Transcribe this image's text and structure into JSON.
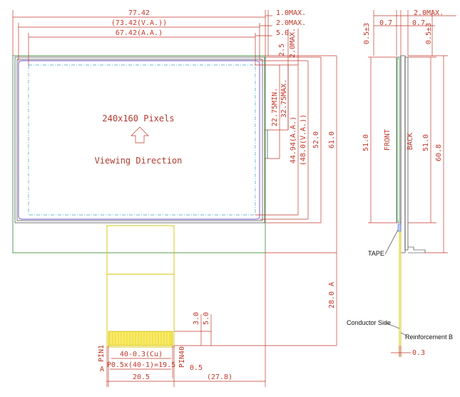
{
  "colors": {
    "dimension": "#c0392b",
    "outline_green": "#2e8b2e",
    "viewing_area_purple": "#6a4cc0",
    "active_area_cyan": "#3aa0c8",
    "fpc_yellow": "#d6c400"
  },
  "front_view": {
    "center_text": "240x160 Pixels",
    "arrow_icon": "up-arrow-outline-icon",
    "viewing_text": "Viewing Direction",
    "dim_overall_width": "77.42",
    "dim_va_width": "(73.42(V.A.))",
    "dim_aa_width": "67.42(A.A.)",
    "dim_right_1max": "1.0MAX.",
    "dim_right_2max": "2.0MAX.",
    "dim_5": "5.0",
    "dim_2_5": "2.5",
    "dim_2max_vertical": "2.0MAX.",
    "dim_22_75": "22.75MIN.",
    "dim_32_75": "32.75MAX.",
    "dim_44_94": "44.94(A.A.)",
    "dim_48": "(48.0(V.A.))",
    "dim_52": "52.0",
    "dim_61": "61.0",
    "dim_28": "28.0",
    "dim_a_marker": "A",
    "dim_3_0": "3.0",
    "dim_5_0": "5.0",
    "pin1": "PIN1",
    "pin40": "PIN40",
    "pin_marker": "A",
    "dim_40_pins": "40-0.3(Cu)",
    "dim_pitch": "P0.5x(40-1)=19.5",
    "dim_0_5": "0.5",
    "dim_20_5": "20.5",
    "dim_27_8": "(27.8)"
  },
  "side_view": {
    "dim_0_5_left": "0.5±3",
    "dim_0_7_left": "0.7",
    "dim_0_7_right": "0.7",
    "dim_2max": "2.0MAX.",
    "dim_0_5_right": "0.5±3",
    "front_label": "FRONT",
    "back_label": "BACK",
    "dim_51_left": "51.0",
    "dim_51_right": "51.0",
    "dim_60_8": "60.8",
    "tape_label": "TAPE",
    "conductor_label": "Conductor Side",
    "reinforcement_label": "Reinforcement B",
    "dim_0_3": "0.3"
  }
}
